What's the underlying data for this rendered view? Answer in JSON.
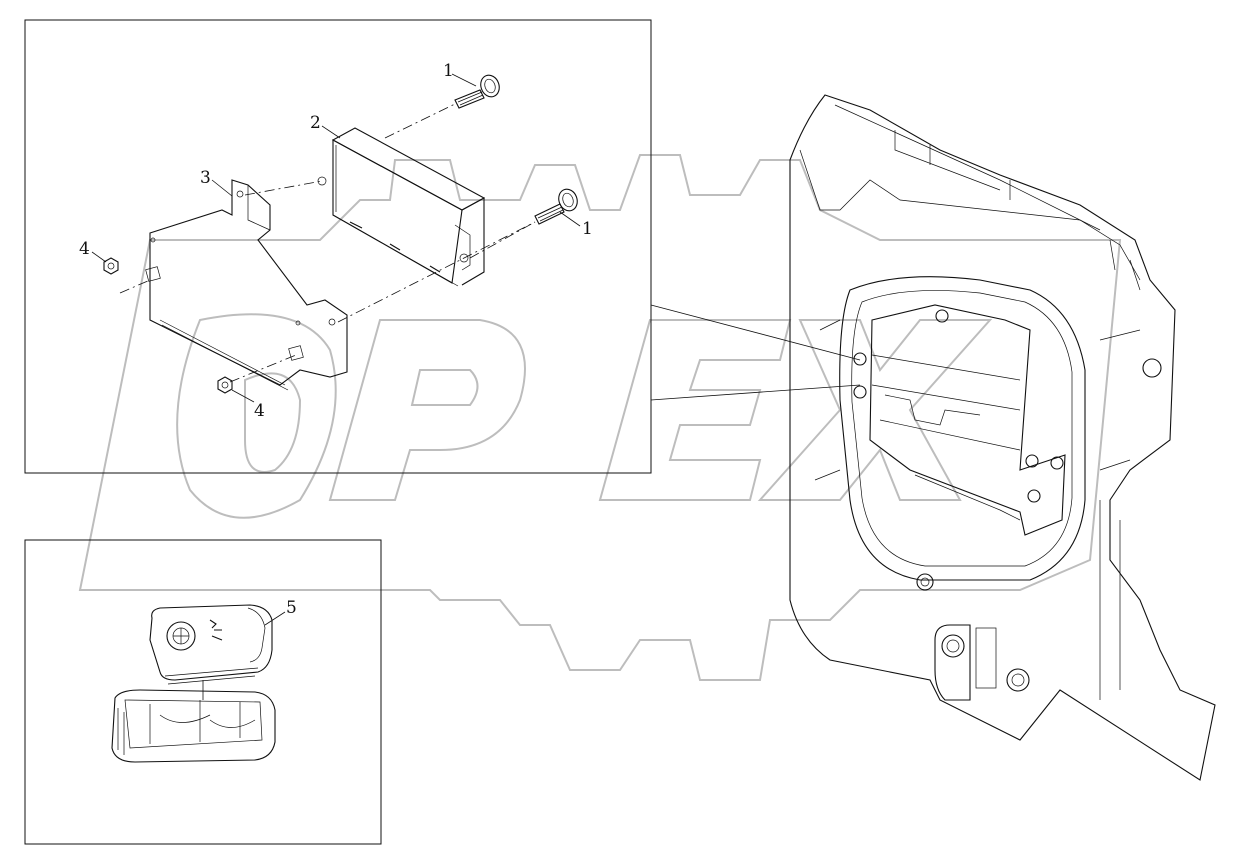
{
  "watermark": {
    "text": "OPEX",
    "color": "#bdbdbd"
  },
  "corner_mark": "",
  "callouts": [
    {
      "id": "c1a",
      "label": "1"
    },
    {
      "id": "c1b",
      "label": "1"
    },
    {
      "id": "c2",
      "label": "2"
    },
    {
      "id": "c3",
      "label": "3"
    },
    {
      "id": "c4a",
      "label": "4"
    },
    {
      "id": "c4b",
      "label": "4"
    },
    {
      "id": "c5",
      "label": "5"
    }
  ],
  "colors": {
    "line": "#111111",
    "background": "#ffffff",
    "watermark": "#bdbdbd"
  }
}
